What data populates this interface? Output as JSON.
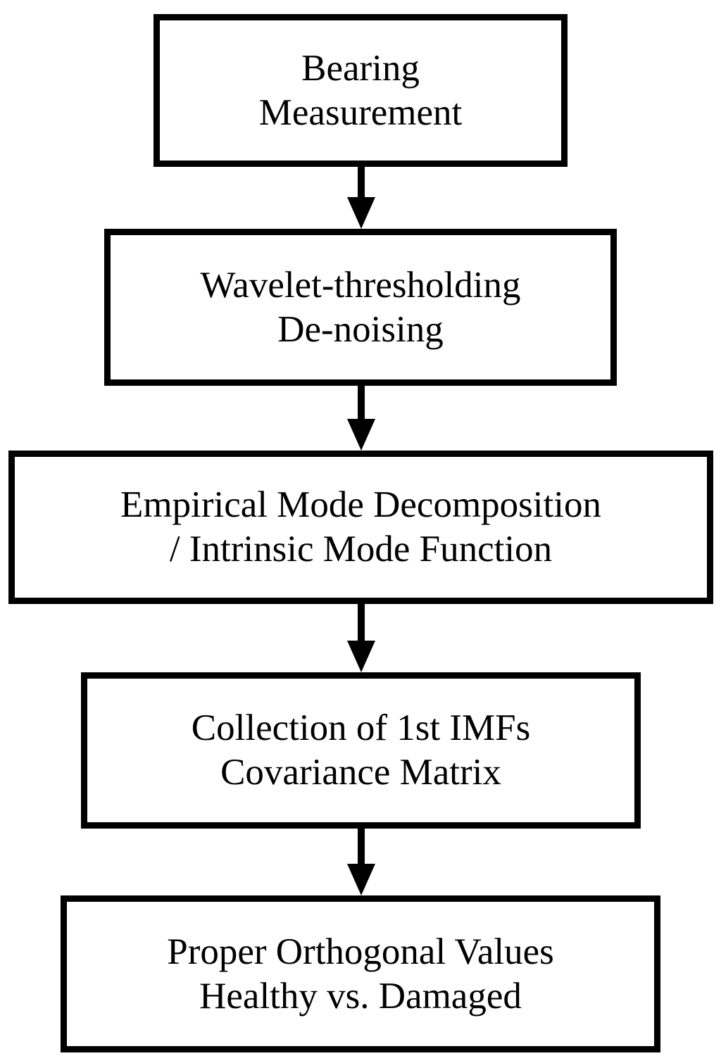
{
  "diagram": {
    "type": "flowchart",
    "orientation": "top-to-bottom",
    "background_color": "#ffffff",
    "stroke_color": "#000000",
    "nodes": [
      {
        "id": "bearing-measurement",
        "shape": "rectangle",
        "lines": [
          "Bearing",
          "Measurement"
        ]
      },
      {
        "id": "wavelet-denoising",
        "shape": "rectangle",
        "lines": [
          "Wavelet-thresholding",
          "De-noising"
        ]
      },
      {
        "id": "emd-imf",
        "shape": "rectangle",
        "lines": [
          "Empirical Mode Decomposition",
          "/ Intrinsic Mode Function"
        ]
      },
      {
        "id": "imf-covariance",
        "shape": "rectangle",
        "lines": [
          "Collection of 1st IMFs",
          "Covariance Matrix"
        ]
      },
      {
        "id": "proper-orthogonal-values",
        "shape": "rectangle",
        "lines": [
          "Proper Orthogonal Values",
          "Healthy vs. Damaged"
        ]
      }
    ],
    "connectors": [
      {
        "id": "arrow-1",
        "from": "bearing-measurement",
        "to": "wavelet-denoising",
        "style": "solid-arrow-down"
      },
      {
        "id": "arrow-2",
        "from": "wavelet-denoising",
        "to": "emd-imf",
        "style": "solid-arrow-down"
      },
      {
        "id": "arrow-3",
        "from": "emd-imf",
        "to": "imf-covariance",
        "style": "solid-arrow-down"
      },
      {
        "id": "arrow-4",
        "from": "imf-covariance",
        "to": "proper-orthogonal-values",
        "style": "solid-arrow-down"
      }
    ]
  }
}
